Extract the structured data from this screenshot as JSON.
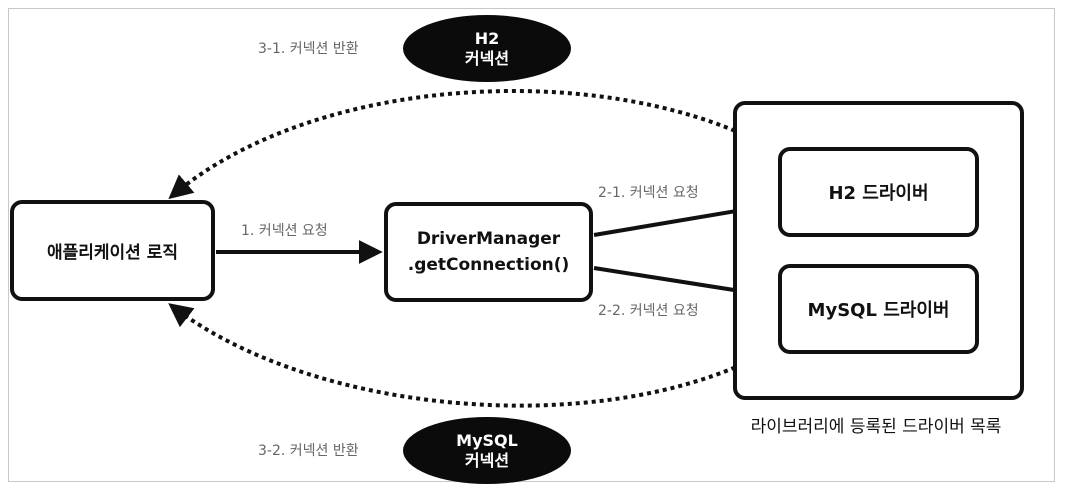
{
  "nodes": {
    "app_logic": "애플리케이션 로직",
    "driver_manager_line1": "DriverManager",
    "driver_manager_line2": ".getConnection()",
    "h2_driver": "H2 드라이버",
    "mysql_driver": "MySQL 드라이버",
    "driver_list_caption": "라이브러리에 등록된 드라이버 목록"
  },
  "connections": {
    "h2_line1": "H2",
    "h2_line2": "커넥션",
    "mysql_line1": "MySQL",
    "mysql_line2": "커넥션"
  },
  "edge_labels": {
    "step1": "1. 커넥션 요청",
    "step2_1": "2-1. 커넥션 요청",
    "step2_2": "2-2. 커넥션 요청",
    "step3_1": "3-1. 커넥션 반환",
    "step3_2": "3-2. 커넥션 반환"
  },
  "colors": {
    "stroke": "#111111",
    "label": "#666666",
    "ellipse_fill": "#0b0b0b"
  }
}
